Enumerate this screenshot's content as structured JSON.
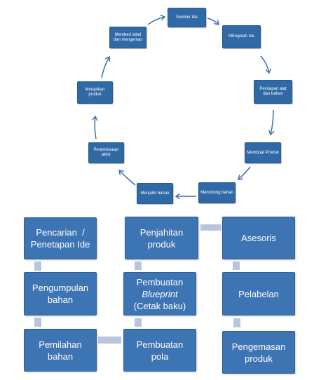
{
  "cycle": {
    "steps": [
      "Sumber Ide",
      "MEngolah Ide",
      "Persiapan alat dan bahan",
      "Membuat Produk",
      "Memotong bahan",
      "Menjahit bahan",
      "Penyelesaian akhir",
      "Merapikan produk",
      "Memberi label dan mengemas"
    ]
  },
  "flow": {
    "col1": [
      "Pencarian  /  Penetapan Ide",
      "Pengumpulan bahan",
      "Pemilahan bahan"
    ],
    "col2": [
      "Penjahitan produk",
      "Pembuatan",
      "Blueprint",
      "(Cetak baku)",
      "Pembuatan pola"
    ],
    "col3": [
      "Asesoris",
      "Pelabelan",
      "Pengemasan produk"
    ]
  },
  "colors": {
    "node": "#3d74b3",
    "arrow": "#3b6fa8",
    "connector": "#b7c6dd"
  }
}
